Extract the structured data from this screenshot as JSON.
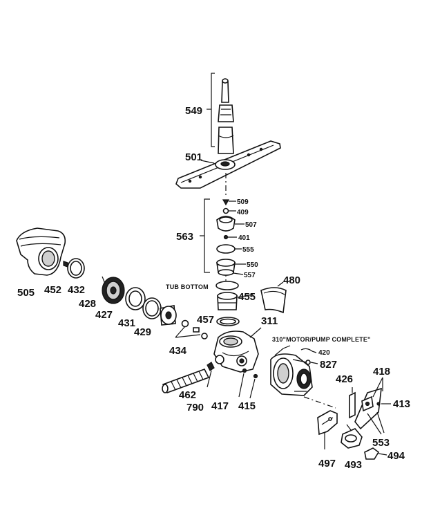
{
  "colors": {
    "ink": "#111111",
    "paper": "#ffffff",
    "shade": "#cfcfcf"
  },
  "labels": {
    "p549": "549",
    "p501": "501",
    "p509": "509",
    "p409": "409",
    "p507": "507",
    "p563": "563",
    "p401": "401",
    "p555": "555",
    "p550": "550",
    "p557": "557",
    "p505": "505",
    "p452": "452",
    "p432": "432",
    "p428": "428",
    "p427": "427",
    "p431": "431",
    "p429": "429",
    "p434": "434",
    "tub_bottom": "TUB BOTTOM",
    "p455": "455",
    "p480": "480",
    "p457": "457",
    "p311": "311",
    "motor_pump": "310\"MOTOR/PUMP COMPLETE\"",
    "p420": "420",
    "p827": "827",
    "p462": "462",
    "p790": "790",
    "p417": "417",
    "p415": "415",
    "p426": "426",
    "p418": "418",
    "p413": "413",
    "p553": "553",
    "p497": "497",
    "p493": "493",
    "p494": "494"
  }
}
